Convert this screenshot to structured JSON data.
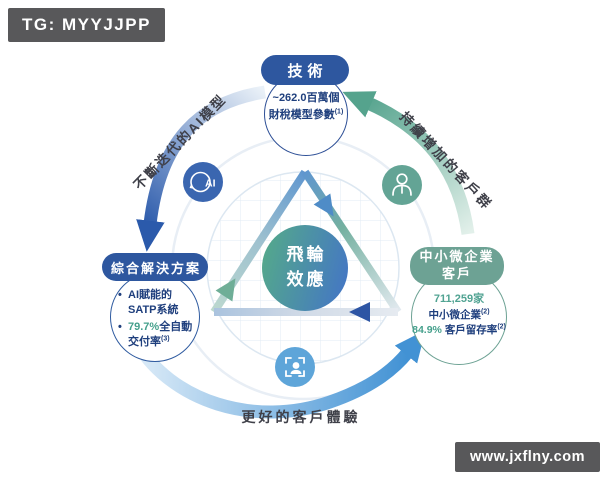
{
  "badges": {
    "telegram": "TG: MYYJJPP",
    "website": "www.jxflny.com"
  },
  "center": {
    "line1": "飛輪",
    "line2": "效應"
  },
  "nodes": {
    "top": {
      "pill": "技術",
      "line1": "~262.0百萬個",
      "line2": "財稅模型參數",
      "line2_sup": "(1)"
    },
    "left": {
      "pill": "綜合解決方案",
      "b1_line1": "AI賦能的",
      "b1_line2": "SATP系統",
      "b2_accent": "79.7%",
      "b2_rest": "全自動",
      "b2_line2": "交付率",
      "b2_sup": "(3)"
    },
    "right": {
      "pill_line1": "中小微企業",
      "pill_line2": "客戶",
      "stat1": "711,259家",
      "stat2": "中小微企業",
      "stat2_sup": "(2)",
      "stat3_accent": "84.9%",
      "stat3_rest": "客戶留存率",
      "stat3_sup": "(2)"
    }
  },
  "flow_labels": {
    "left": "不斷迭代的AI模型",
    "right": "持續增加的客戶群",
    "bottom": "更好的客戶體驗"
  },
  "icons": {
    "ai_label": "AI"
  },
  "misc": {
    "bullet": "•"
  },
  "colors": {
    "pill_blue": "#2e579f",
    "pill_teal": "#6da294",
    "navy_text": "#1f3f7d",
    "accent_teal": "#45a08c",
    "arrow_dark_blue": "#2b5aab",
    "arrow_blue": "#4292d4",
    "arrow_teal": "#55a38d",
    "icon_ai_bg": "#3a66b0",
    "icon_person_bg": "#63a495",
    "icon_scan_bg": "#5ea5d9",
    "badge_bg": "#58585a",
    "center_gradient_teal": "#53a68e",
    "center_gradient_blue": "#4579c1"
  }
}
